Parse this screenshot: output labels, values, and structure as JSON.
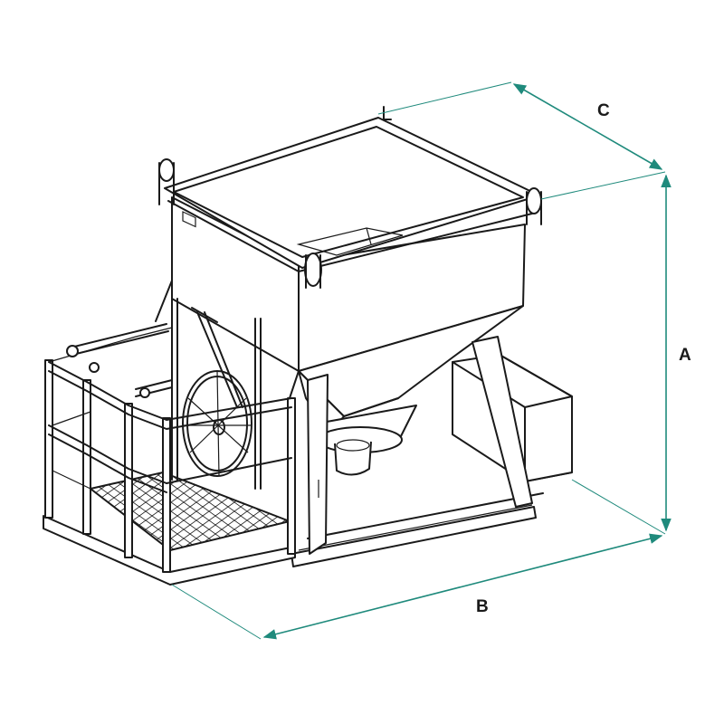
{
  "dimensions": {
    "a": "A",
    "b": "B",
    "c": "C"
  },
  "colors": {
    "dimension_line": "#1f8a7c",
    "ink": "#1a1a1a"
  }
}
